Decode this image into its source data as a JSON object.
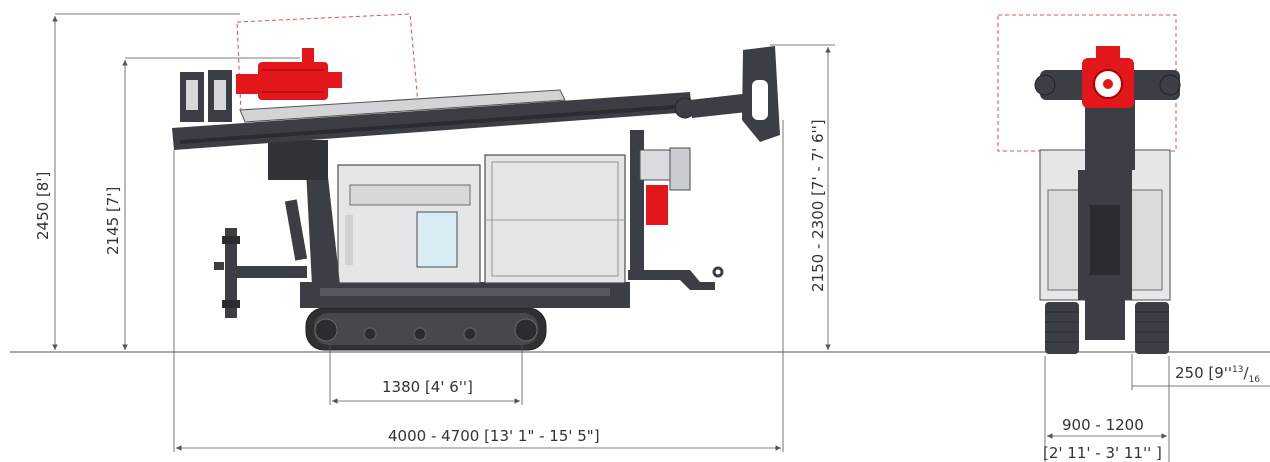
{
  "colors": {
    "frame": "#3b3e44",
    "frame_dark": "#2a2c30",
    "panel": "#e4e6e8",
    "panel_stroke": "#4a4d52",
    "window": "#d8ecf4",
    "accent_red": "#e3171b",
    "dim_line": "#555555",
    "dashed_box": "#e05050"
  },
  "dimensions": {
    "max_height": "2450 [8']",
    "mast_height": "2145 [7']",
    "mast_range": "2150 - 2300 [7' - 7' 6'']",
    "track_length": "1380 [4' 6'']",
    "overall_length": "4000 - 4700 [13' 1\" - 15' 5\"]",
    "ground_clearance_main": "250 [9''",
    "ground_clearance_sup": "13",
    "ground_clearance_slash": "/",
    "ground_clearance_sub": "16",
    "track_width": "900 - 1200",
    "track_width_imperial": "[2' 11' - 3' 11'' ]"
  }
}
